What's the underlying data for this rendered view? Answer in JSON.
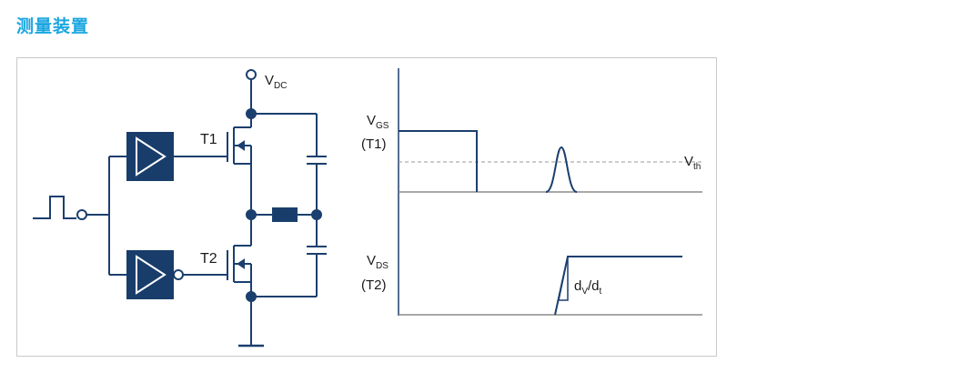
{
  "title": "测量装置",
  "circuit": {
    "supply_label": {
      "main": "V",
      "sub": "DC"
    },
    "transistor_top_label": "T1",
    "transistor_bottom_label": "T2"
  },
  "waveforms": {
    "vgs_label": {
      "main": "V",
      "sub": "GS",
      "line2": "(T1)"
    },
    "vds_label": {
      "main": "V",
      "sub": "DS",
      "line2": "(T2)"
    },
    "threshold_label": {
      "main": "V",
      "sub": "th"
    },
    "slope_label": {
      "a": "d",
      "a_sub": "V",
      "slash": "/d",
      "b_sub": "t"
    }
  },
  "colors": {
    "title": "#1aa6e0",
    "circuit": "#1b3f6e",
    "driver_fill": "#183d6b",
    "threshold": "#9a9a9a"
  },
  "icons": [
    "driver-buffer-icon",
    "driver-inverter-icon",
    "input-pulse-icon",
    "capacitor-icon",
    "resistor-icon",
    "ground-icon",
    "mosfet-icon"
  ]
}
